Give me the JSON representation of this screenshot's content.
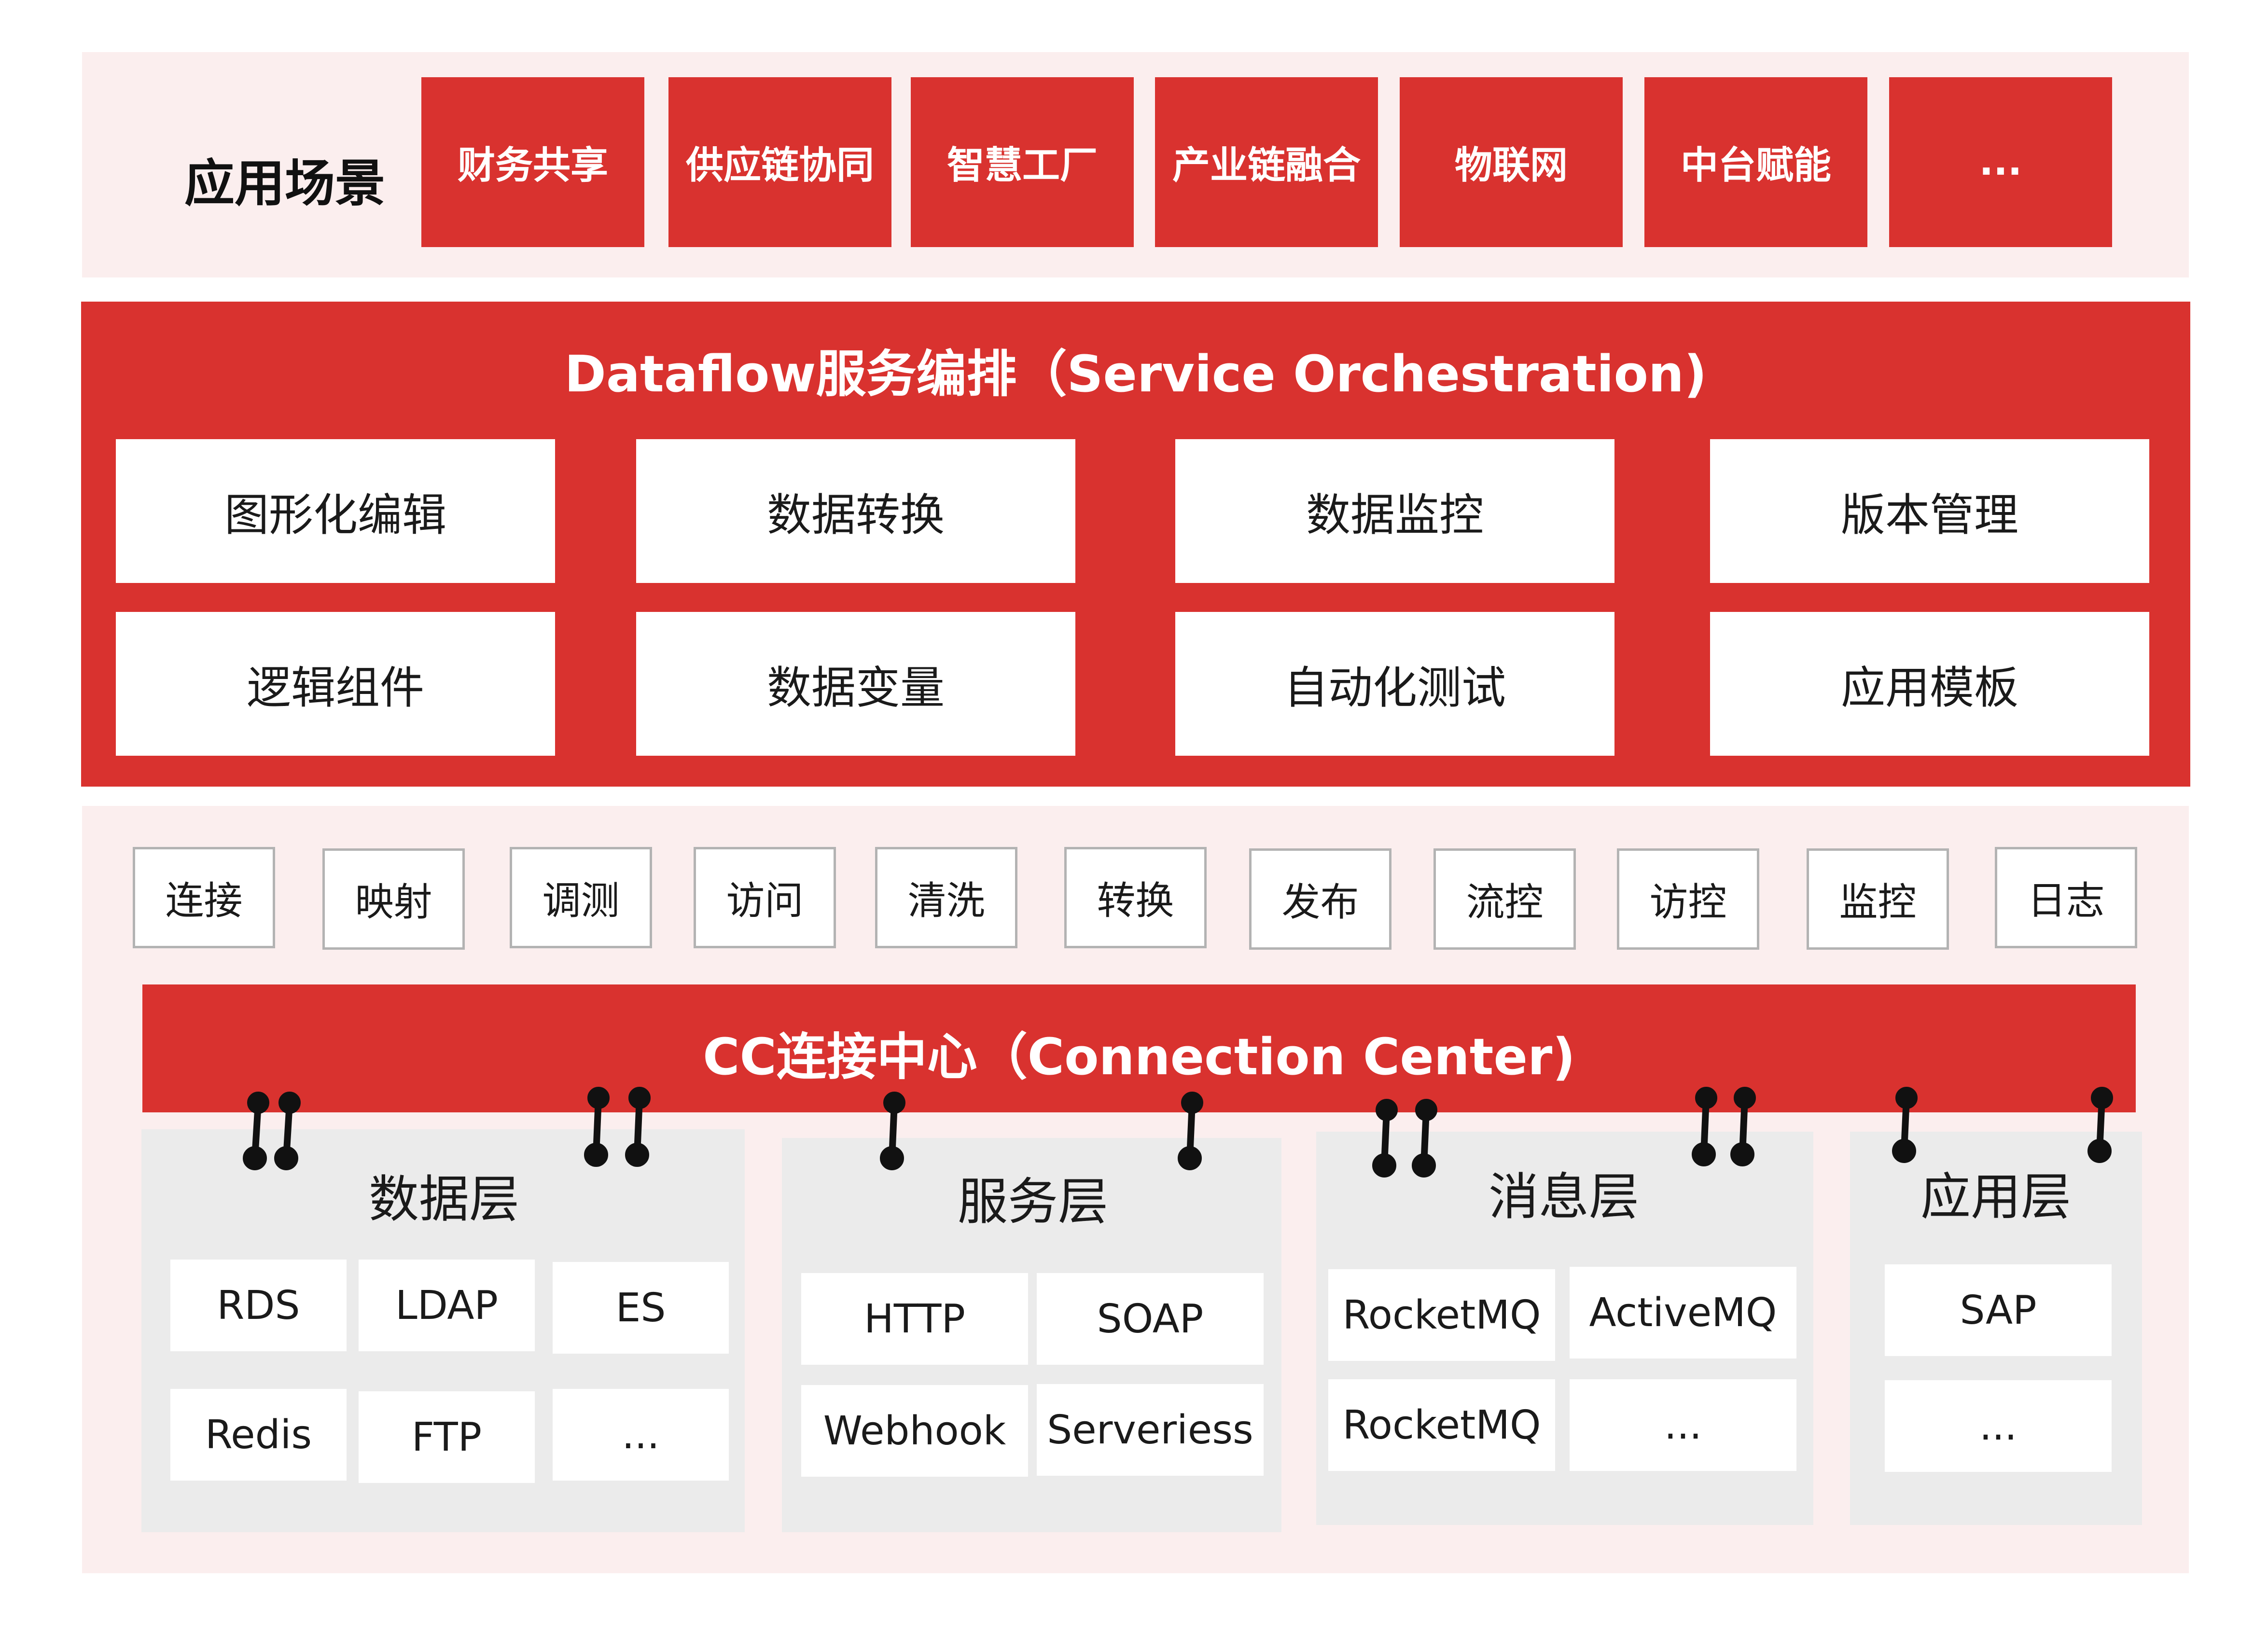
{
  "scenarios": {
    "label": "应用场景",
    "items": [
      "财务共享",
      "供应链协同",
      "智慧工厂",
      "产业链融合",
      "物联网",
      "中台赋能",
      "..."
    ]
  },
  "dataflow": {
    "title": "Dataflow服务编排（Service Orchestration)",
    "row1": [
      "图形化编辑",
      "数据转换",
      "数据监控",
      "版本管理"
    ],
    "row2": [
      "逻辑组件",
      "数据变量",
      "自动化测试",
      "应用模板"
    ]
  },
  "functions": [
    "连接",
    "映射",
    "调测",
    "访问",
    "清洗",
    "转换",
    "发布",
    "流控",
    "访控",
    "监控",
    "日志"
  ],
  "cc": {
    "title": "CC连接中心（Connection Center)"
  },
  "layers": {
    "data": {
      "title": "数据层",
      "items": [
        "RDS",
        "LDAP",
        "ES",
        "Redis",
        "FTP",
        "..."
      ]
    },
    "service": {
      "title": "服务层",
      "items": [
        "HTTP",
        "SOAP",
        "Webhook",
        "Serveriess"
      ]
    },
    "message": {
      "title": "消息层",
      "items": [
        "RocketMQ",
        "ActiveMQ",
        "RocketMQ",
        "..."
      ]
    },
    "app": {
      "title": "应用层",
      "items": [
        "SAP",
        "..."
      ]
    }
  },
  "colors": {
    "accent_red": "#d9322f",
    "panel_pink": "#fbeeee",
    "layer_gray": "#ebebeb"
  }
}
